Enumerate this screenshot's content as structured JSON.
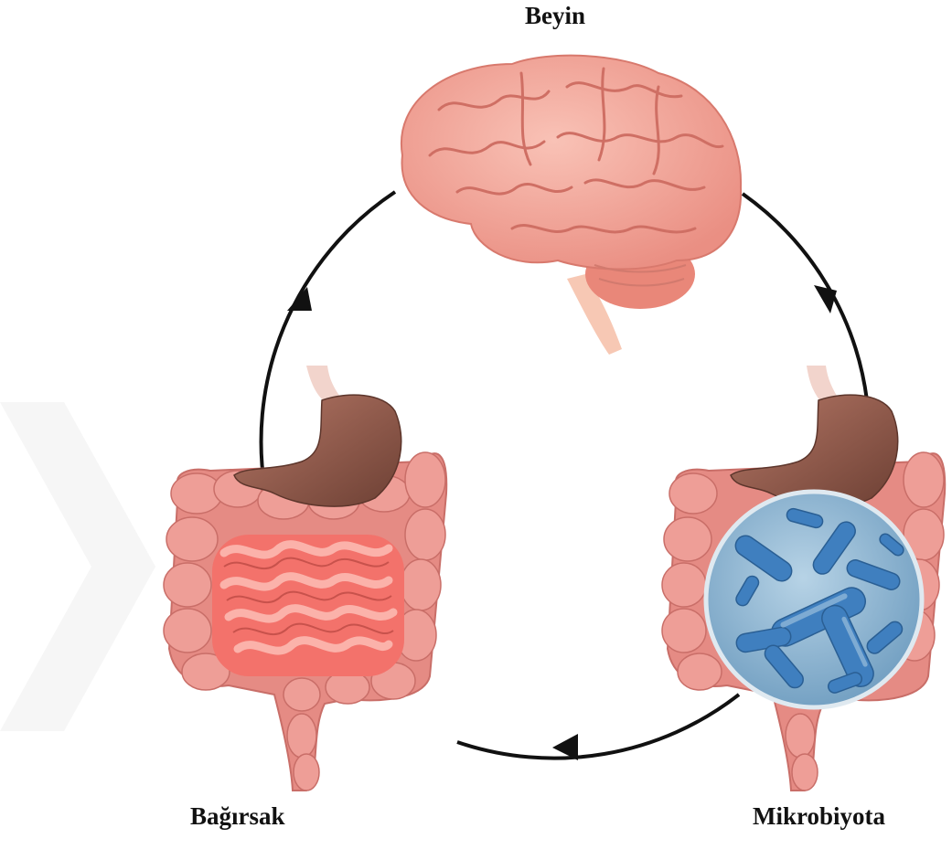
{
  "nodes": {
    "brain": {
      "label": "Beyin",
      "icon": "brain-icon"
    },
    "gut": {
      "label": "Bağırsak",
      "icon": "intestine-icon"
    },
    "microbiota": {
      "label": "Mikrobiyota",
      "icon": "bacteria-icon"
    }
  },
  "cycle_direction": "clockwise: Beyin → Mikrobiyota → Bağırsak → Beyin",
  "colors": {
    "arrow": "#111111",
    "brain": "#f3a59a",
    "intestine": "#e8948c",
    "small_intestine": "#f07f77",
    "stomach": "#8e5a4b",
    "bacteria_bg": "#7fa9c9",
    "bacteria": "#3f7fbf",
    "watermark": "#f0f0f0"
  }
}
